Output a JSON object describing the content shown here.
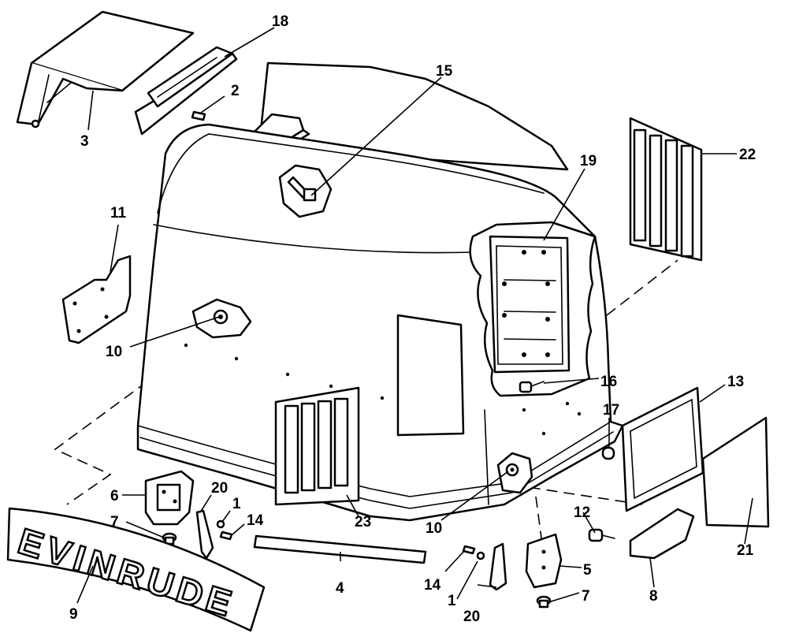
{
  "callouts": {
    "c1a": "1",
    "c1b": "1",
    "c2": "2",
    "c3": "3",
    "c4": "4",
    "c5": "5",
    "c6": "6",
    "c7a": "7",
    "c7b": "7",
    "c8": "8",
    "c9": "9",
    "c10a": "10",
    "c10b": "10",
    "c11": "11",
    "c12": "12",
    "c13": "13",
    "c14a": "14",
    "c14b": "14",
    "c15": "15",
    "c16": "16",
    "c17": "17",
    "c18": "18",
    "c19": "19",
    "c20a": "20",
    "c20b": "20",
    "c21": "21",
    "c22": "22",
    "c23": "23"
  },
  "badge_text": "EVINRUDE"
}
